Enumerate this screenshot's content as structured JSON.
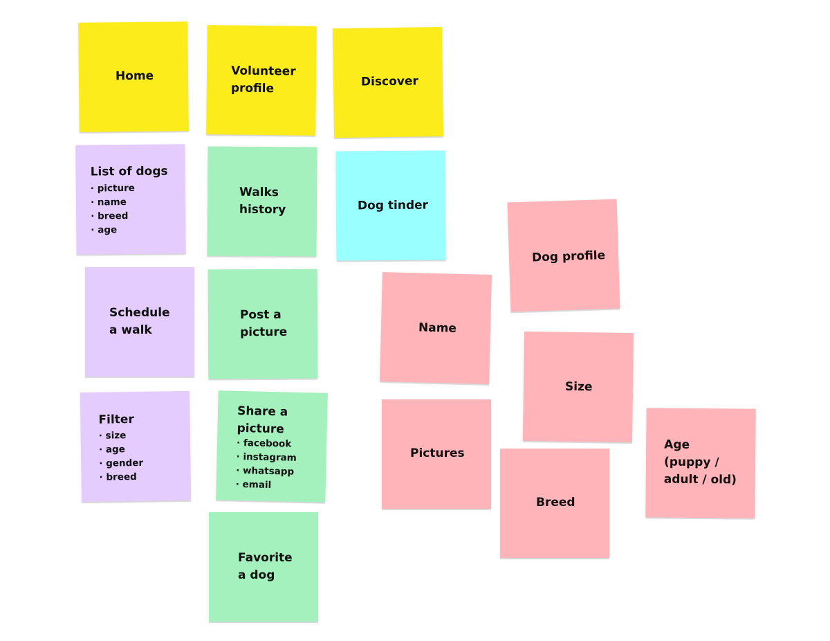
{
  "colors": {
    "yellow": "#fdec1c",
    "purple": "#e5ccff",
    "green": "#a4f1bd",
    "cyan": "#99ffff",
    "pink": "#feb4b8"
  },
  "notes": {
    "home": {
      "title": "Home",
      "color": "yellow"
    },
    "volunteer_profile": {
      "title": "Volunteer\nprofile",
      "color": "yellow"
    },
    "discover": {
      "title": "Discover",
      "color": "yellow"
    },
    "list_of_dogs": {
      "title": "List of dogs",
      "color": "purple",
      "items": [
        "picture",
        "name",
        "breed",
        "age"
      ]
    },
    "walks_history": {
      "title": "Walks\nhistory",
      "color": "green"
    },
    "dog_tinder": {
      "title": "Dog tinder",
      "color": "cyan"
    },
    "dog_profile": {
      "title": "Dog profile",
      "color": "pink"
    },
    "schedule_walk": {
      "title": "Schedule\na walk",
      "color": "purple"
    },
    "post_picture": {
      "title": "Post a\npicture",
      "color": "green"
    },
    "name": {
      "title": "Name",
      "color": "pink"
    },
    "size": {
      "title": "Size",
      "color": "pink"
    },
    "filter": {
      "title": "Filter",
      "color": "purple",
      "items": [
        "size",
        "age",
        "gender",
        "breed"
      ]
    },
    "share_picture": {
      "title": "Share a\npicture",
      "color": "green",
      "items": [
        "facebook",
        "instagram",
        "whatsapp",
        "email"
      ]
    },
    "pictures": {
      "title": "Pictures",
      "color": "pink"
    },
    "age": {
      "title": "Age\n(puppy /\nadult / old)",
      "color": "pink"
    },
    "breed": {
      "title": "Breed",
      "color": "pink"
    },
    "favorite_dog": {
      "title": "Favorite\na dog",
      "color": "green"
    }
  }
}
